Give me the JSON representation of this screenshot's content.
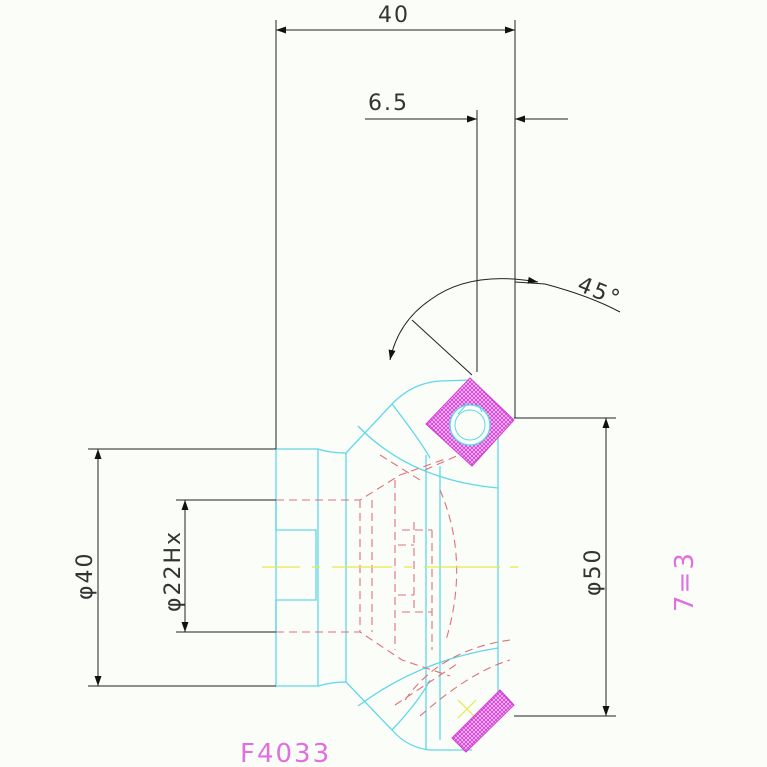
{
  "drawing": {
    "part_number": "F4033",
    "side_note": "7=3",
    "colors": {
      "outline": "#5fd7e8",
      "hidden_lines": "#e0707a",
      "center_lines": "#e8e84a",
      "hatch": "#d63ad8",
      "dimension": "#222222",
      "background": "#fbfdf9"
    },
    "dimensions": {
      "width_total": "40",
      "offset": "6.5",
      "angle": "45°",
      "outer_diameter_left": "φ40",
      "bore": "φ22Hx",
      "outer_diameter_right": "φ50"
    }
  }
}
